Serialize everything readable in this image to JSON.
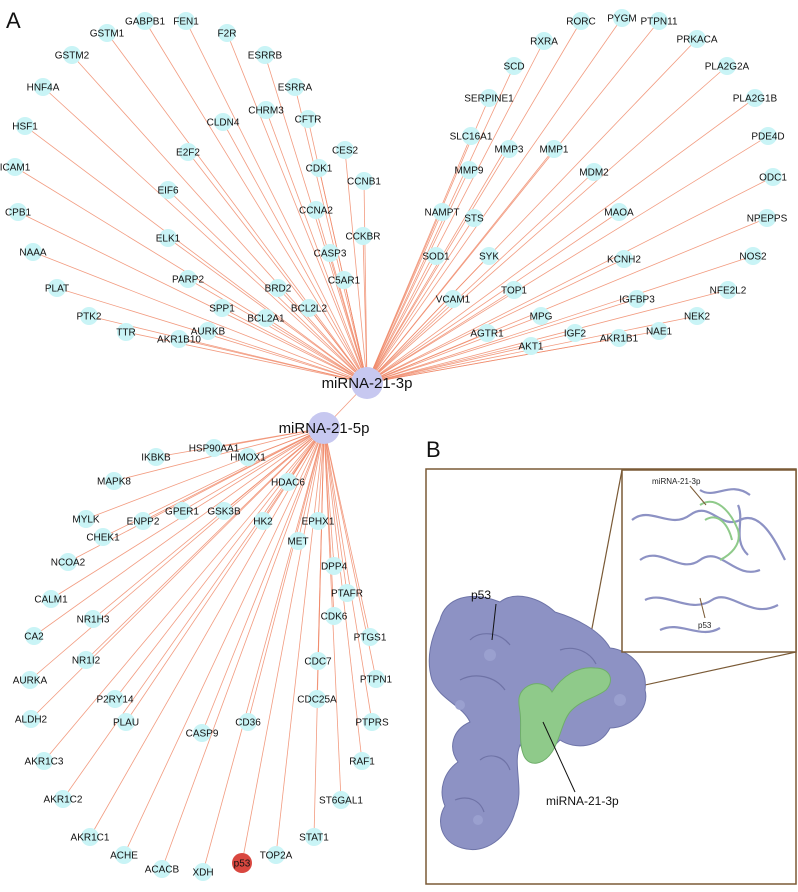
{
  "panels": {
    "a": "A",
    "b": "B"
  },
  "colors": {
    "edge": "#f08a6a",
    "node": "#c9f4f6",
    "hub": "#c7c8f0",
    "highlight_node": "#d9473f",
    "protein": "#8d92c4",
    "rna": "#8fca8a",
    "frame": "#7a5a36"
  },
  "hubs": {
    "hub3p": "miRNA-21-3p",
    "hub5p": "miRNA-21-5p"
  },
  "targets_3p": [
    "GABPB1",
    "GSTM1",
    "FEN1",
    "F2R",
    "GSTM2",
    "ESRRB",
    "ESRRA",
    "HNF4A",
    "CHRM3",
    "CFTR",
    "HSF1",
    "CLDN4",
    "E2F2",
    "CES2",
    "CDK1",
    "CCNB1",
    "ICAM1",
    "EIF6",
    "CCNA2",
    "CPB1",
    "CCKBR",
    "ELK1",
    "CASP3",
    "NAAA",
    "PARP2",
    "C5AR1",
    "BRD2",
    "PLAT",
    "SPP1",
    "BCL2L2",
    "PTK2",
    "BCL2A1",
    "TTR",
    "AKR1B10",
    "AURKB",
    "RORC",
    "PYGM",
    "PTPN11",
    "RXRA",
    "PRKACA",
    "SCD",
    "PLA2G2A",
    "SERPINE1",
    "PLA2G1B",
    "SLC16A1",
    "MMP3",
    "MMP1",
    "PDE4D",
    "MMP9",
    "MDM2",
    "ODC1",
    "NAMPT",
    "STS",
    "MAOA",
    "NPEPPS",
    "SOD1",
    "SYK",
    "KCNH2",
    "NOS2",
    "TOP1",
    "VCAM1",
    "IGFBP3",
    "NFE2L2",
    "MPG",
    "NEK2",
    "AGTR1",
    "IGF2",
    "NAE1",
    "AKT1",
    "AKR1B1"
  ],
  "targets_5p": [
    "HSP90AA1",
    "IKBKB",
    "HMOX1",
    "MAPK8",
    "HDAC6",
    "MYLK",
    "GPER1",
    "GSK3B",
    "ENPP2",
    "CHEK1",
    "HK2",
    "EPHX1",
    "MET",
    "NCOA2",
    "DPP4",
    "PTAFR",
    "CALM1",
    "NR1H3",
    "CDK6",
    "CA2",
    "PTGS1",
    "NR1I2",
    "CDC7",
    "PTPN1",
    "AURKA",
    "P2RY14",
    "CDC25A",
    "ALDH2",
    "PLAU",
    "CD36",
    "PTPRS",
    "CASP9",
    "AKR1C3",
    "RAF1",
    "AKR1C2",
    "ST6GAL1",
    "AKR1C1",
    "STAT1",
    "ACHE",
    "TOP2A",
    "ACACB",
    "XDH",
    "p53"
  ],
  "structure": {
    "protein_label": "p53",
    "rna_label": "miRNA-21-3p",
    "inset_rna_label": "miRNA-21-3p",
    "inset_protein_label": "p53"
  }
}
